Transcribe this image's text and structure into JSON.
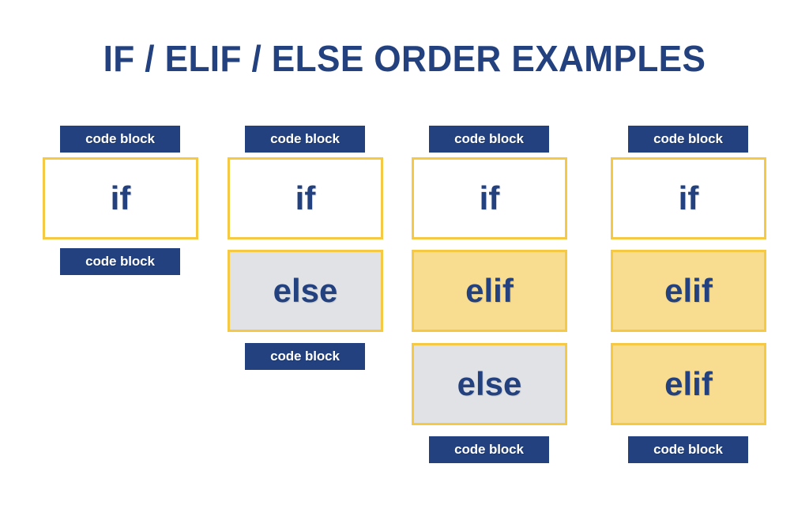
{
  "page": {
    "title": "IF / ELIF / ELSE ORDER EXAMPLES",
    "background": "#ffffff"
  },
  "colors": {
    "navy": "#22417e",
    "gold_border": "#f6c945",
    "amber_fill": "#f8dd91",
    "gray_fill": "#e0e2e5",
    "white_fill": "#ffffff",
    "text_on_badge": "#ffffff"
  },
  "labels": {
    "code_block": "code block"
  },
  "columns": [
    {
      "id": "example-1",
      "top_badge": "code block",
      "blocks": [
        {
          "keyword": "if",
          "fill": "white"
        }
      ],
      "bottom_badge": "code block"
    },
    {
      "id": "example-2",
      "top_badge": "code block",
      "blocks": [
        {
          "keyword": "if",
          "fill": "white"
        },
        {
          "keyword": "else",
          "fill": "gray"
        }
      ],
      "bottom_badge": "code block"
    },
    {
      "id": "example-3",
      "top_badge": "code block",
      "blocks": [
        {
          "keyword": "if",
          "fill": "white"
        },
        {
          "keyword": "elif",
          "fill": "amber"
        },
        {
          "keyword": "else",
          "fill": "gray"
        }
      ],
      "bottom_badge": "code block"
    },
    {
      "id": "example-4",
      "top_badge": "code block",
      "blocks": [
        {
          "keyword": "if",
          "fill": "white"
        },
        {
          "keyword": "elif",
          "fill": "amber"
        },
        {
          "keyword": "elif",
          "fill": "amber"
        }
      ],
      "bottom_badge": "code block"
    }
  ]
}
